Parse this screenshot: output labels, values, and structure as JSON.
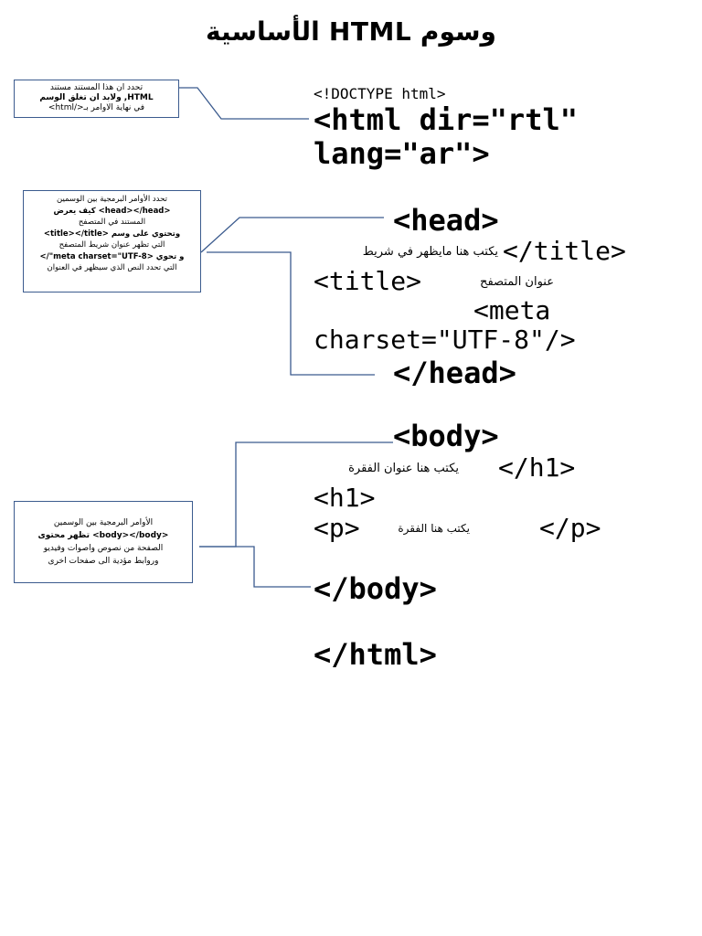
{
  "title": "وسوم HTML الأساسية",
  "code": {
    "doctype": "<!DOCTYPE html>",
    "html_open_1": "<html dir=\"rtl\"",
    "html_open_2": "lang=\"ar\">",
    "head_open": "<head>",
    "title_close": "</title>",
    "title_text_1": "يكتب هنا مايظهر في شريط",
    "title_open": "<title>",
    "title_text_2": "عنوان المتصفح",
    "meta_1": "<meta",
    "meta_2": "charset=\"UTF-8\"/>",
    "head_close": "</head>",
    "body_open": "<body>",
    "h1_text": "يكتب هنا عنوان الفقرة",
    "h1_close": "</h1>",
    "h1_open": "<h1>",
    "p_open": "<p>",
    "p_text": "يكتب هنا الفقرة",
    "p_close": "</p>",
    "body_close": "</body>",
    "html_close": "</html>"
  },
  "notes": {
    "html_note": [
      "تحدد ان هذا المستند مستند",
      "HTML,  ولابد ان تغلق الوسم",
      "في نهاية الاوامر بـ</html>"
    ],
    "head_note": [
      "تحدد الأوامر البرمجية بين الوسمين",
      "<head></head> كيف يعرض",
      "المستند في المتصفح",
      "وتحتوي على وسم <title></title>",
      "التي تظهر عنوان شريط المتصفح",
      "و تحوي <meta charset=\"UTF-8\"/>",
      "التي تحدد النص الذي سيظهر في العنوان"
    ],
    "body_note": [
      "الأوامر البرمجية بين الوسمين",
      "<body></body> تظهر محتوى",
      "الصفحة من نصوص واصوات وفيديو",
      "وروابط مؤدية الى صفحات اخرى"
    ]
  },
  "colors": {
    "connector": "#3b5b8e",
    "box_border": "#3b5b8e"
  }
}
